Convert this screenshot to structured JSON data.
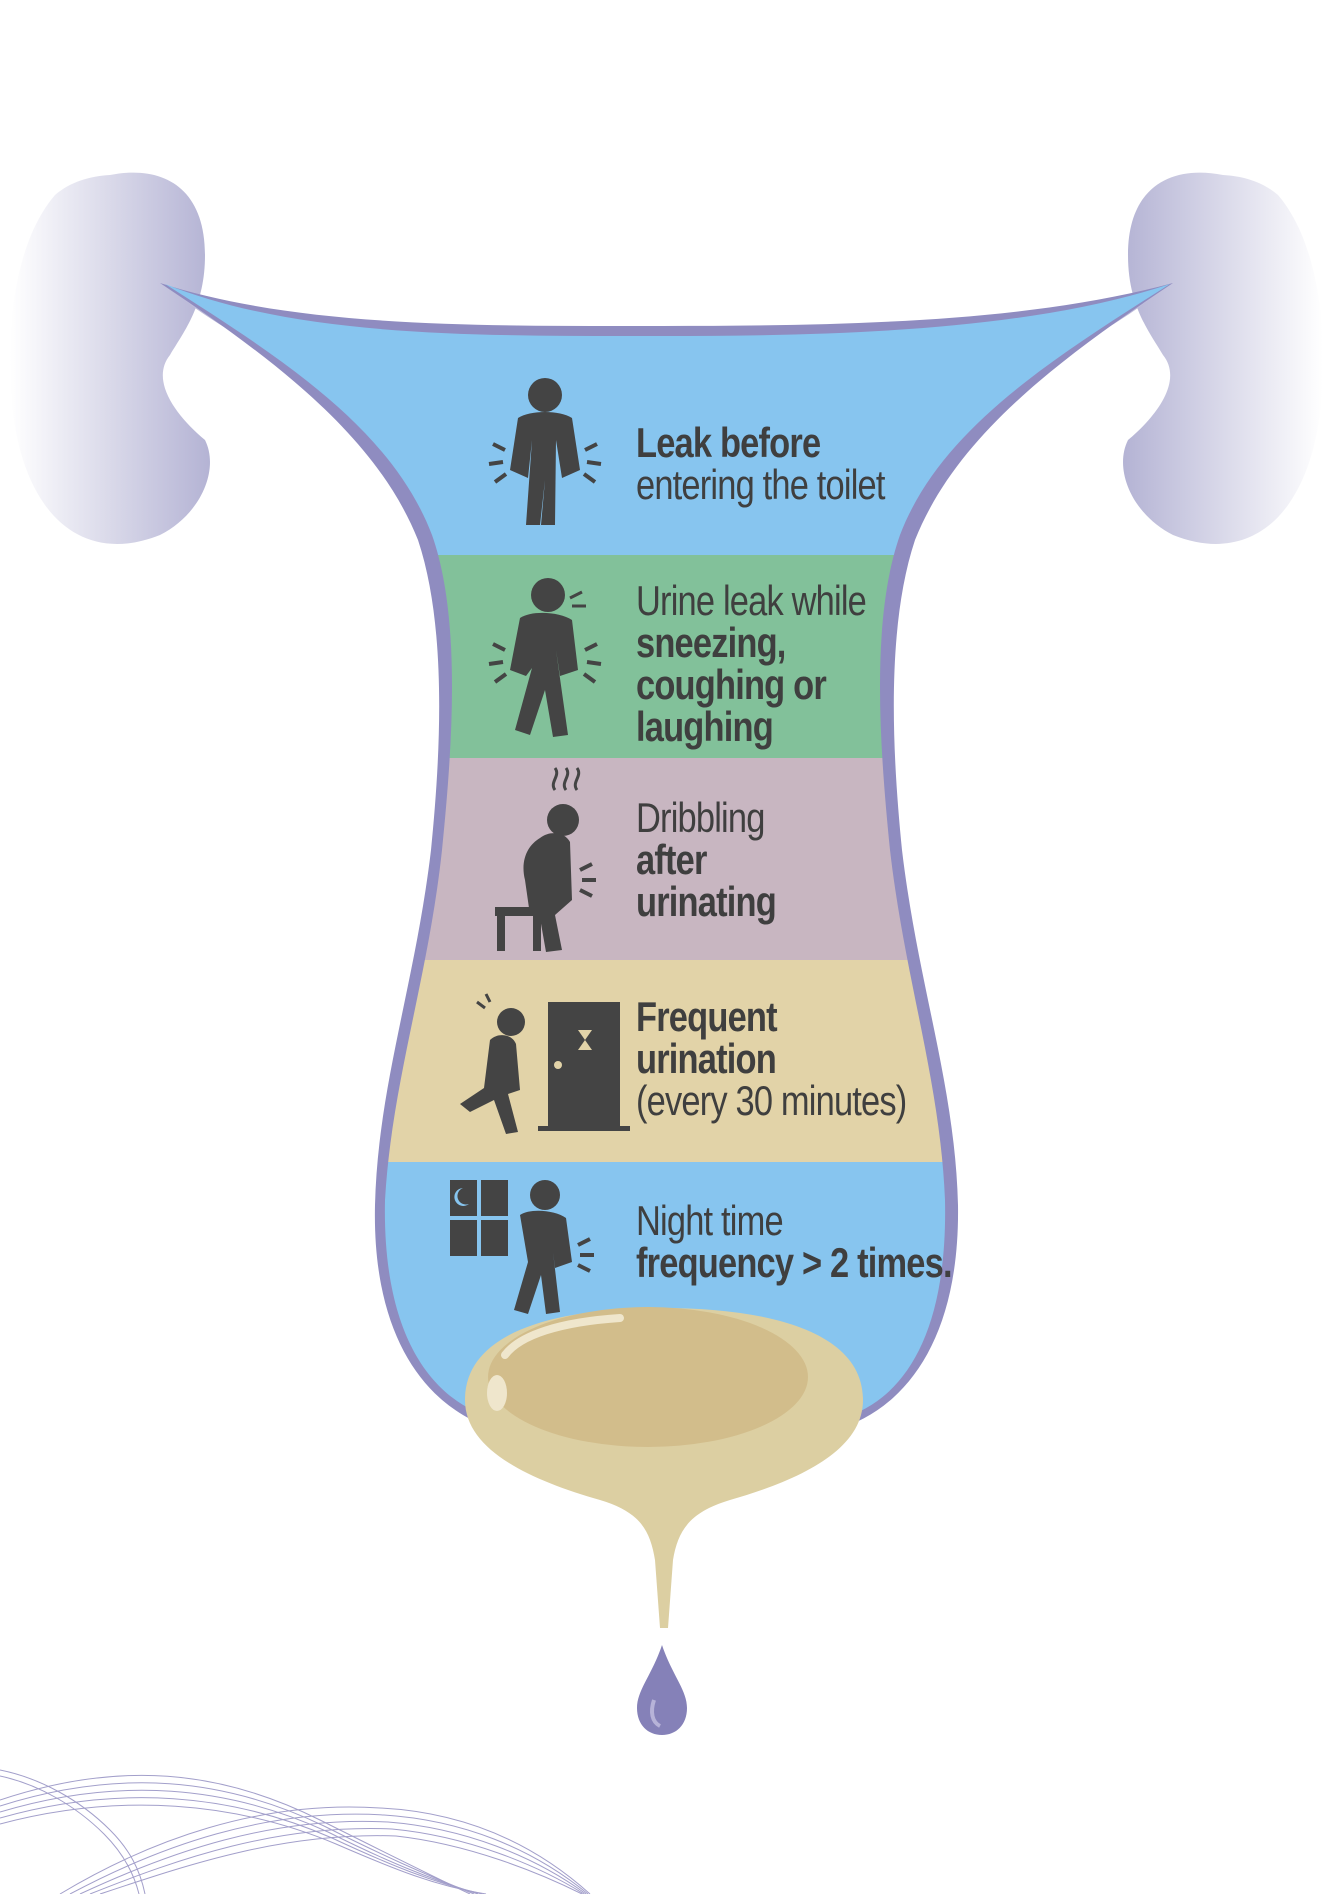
{
  "colors": {
    "band_blue": "#87c5ef",
    "band_green": "#82c19a",
    "band_mauve": "#c8b6c1",
    "band_tan": "#e2d3a8",
    "outline_purple": "#8f8cc0",
    "bladder_tan": "#dccfa2",
    "drop_purple": "#8581b8",
    "icon_dark": "#444444"
  },
  "symptoms": [
    {
      "icon": "person-holding-groin-icon",
      "lines": [
        {
          "text": "Leak before",
          "bold": true
        },
        {
          "text": "entering the toilet",
          "bold": false
        }
      ]
    },
    {
      "icon": "person-sneezing-icon",
      "lines": [
        {
          "text": "Urine leak while",
          "bold": false
        },
        {
          "text": "sneezing,",
          "bold": true
        },
        {
          "text": "coughing or",
          "bold": true
        },
        {
          "text": "laughing",
          "bold": true
        }
      ]
    },
    {
      "icon": "person-rising-from-chair-icon",
      "lines": [
        {
          "text": "Dribbling",
          "bold": false
        },
        {
          "text": "after",
          "bold": true
        },
        {
          "text": "urinating",
          "bold": true
        }
      ]
    },
    {
      "icon": "person-rushing-to-restroom-icon",
      "lines": [
        {
          "text": "Frequent",
          "bold": true
        },
        {
          "text": "urination",
          "bold": true
        },
        {
          "text": "(every 30 minutes)",
          "bold": false
        }
      ]
    },
    {
      "icon": "person-at-night-window-icon",
      "lines": [
        {
          "text": "Night time",
          "bold": false
        },
        {
          "text": "frequency > 2 times.",
          "bold": true
        }
      ]
    }
  ]
}
